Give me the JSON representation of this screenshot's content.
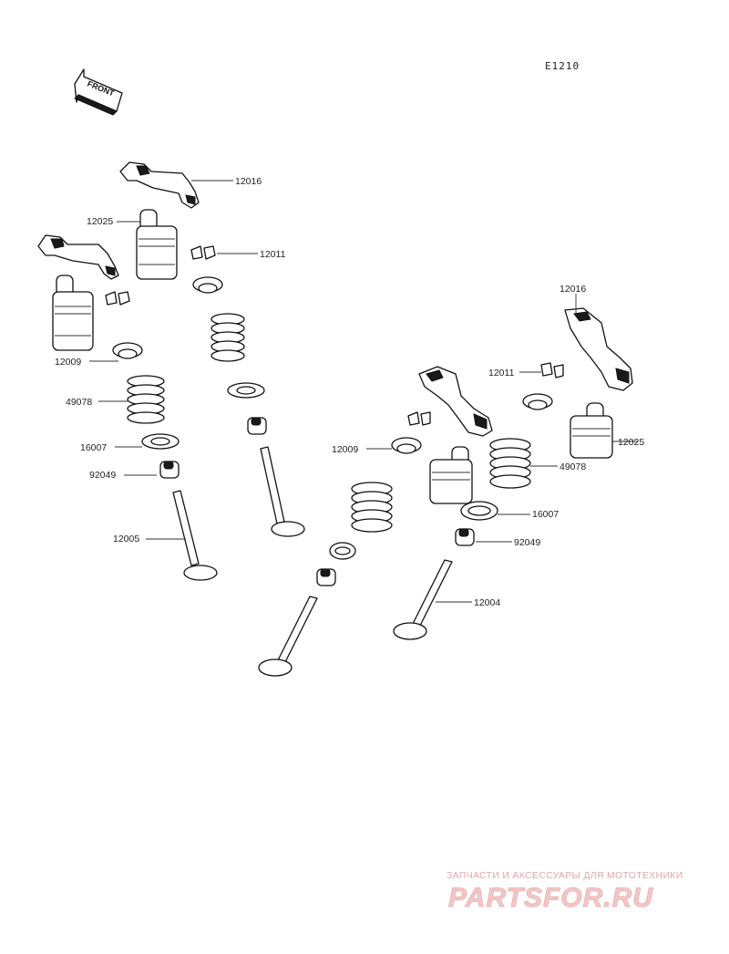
{
  "diagram": {
    "code": "E1210",
    "front_label": "FRONT",
    "callouts": {
      "rocker_arm_left": "12016",
      "lifter_left_a": "12025",
      "keeper_left": "12011",
      "retainer_left": "12009",
      "spring_left": "49078",
      "seat_left": "16007",
      "seal_left": "92049",
      "valve_left": "12005",
      "rocker_arm_right": "12016",
      "keeper_right": "12011",
      "lifter_right": "12025",
      "retainer_right": "12009",
      "spring_right": "49078",
      "seat_right": "16007",
      "seal_right": "92049",
      "valve_right": "12004"
    }
  },
  "watermark": {
    "tagline": "ЗАПЧАСТИ И АКСЕССУАРЫ ДЛЯ МОТОТЕХНИКИ",
    "logo": "PARTSFOR.RU"
  }
}
